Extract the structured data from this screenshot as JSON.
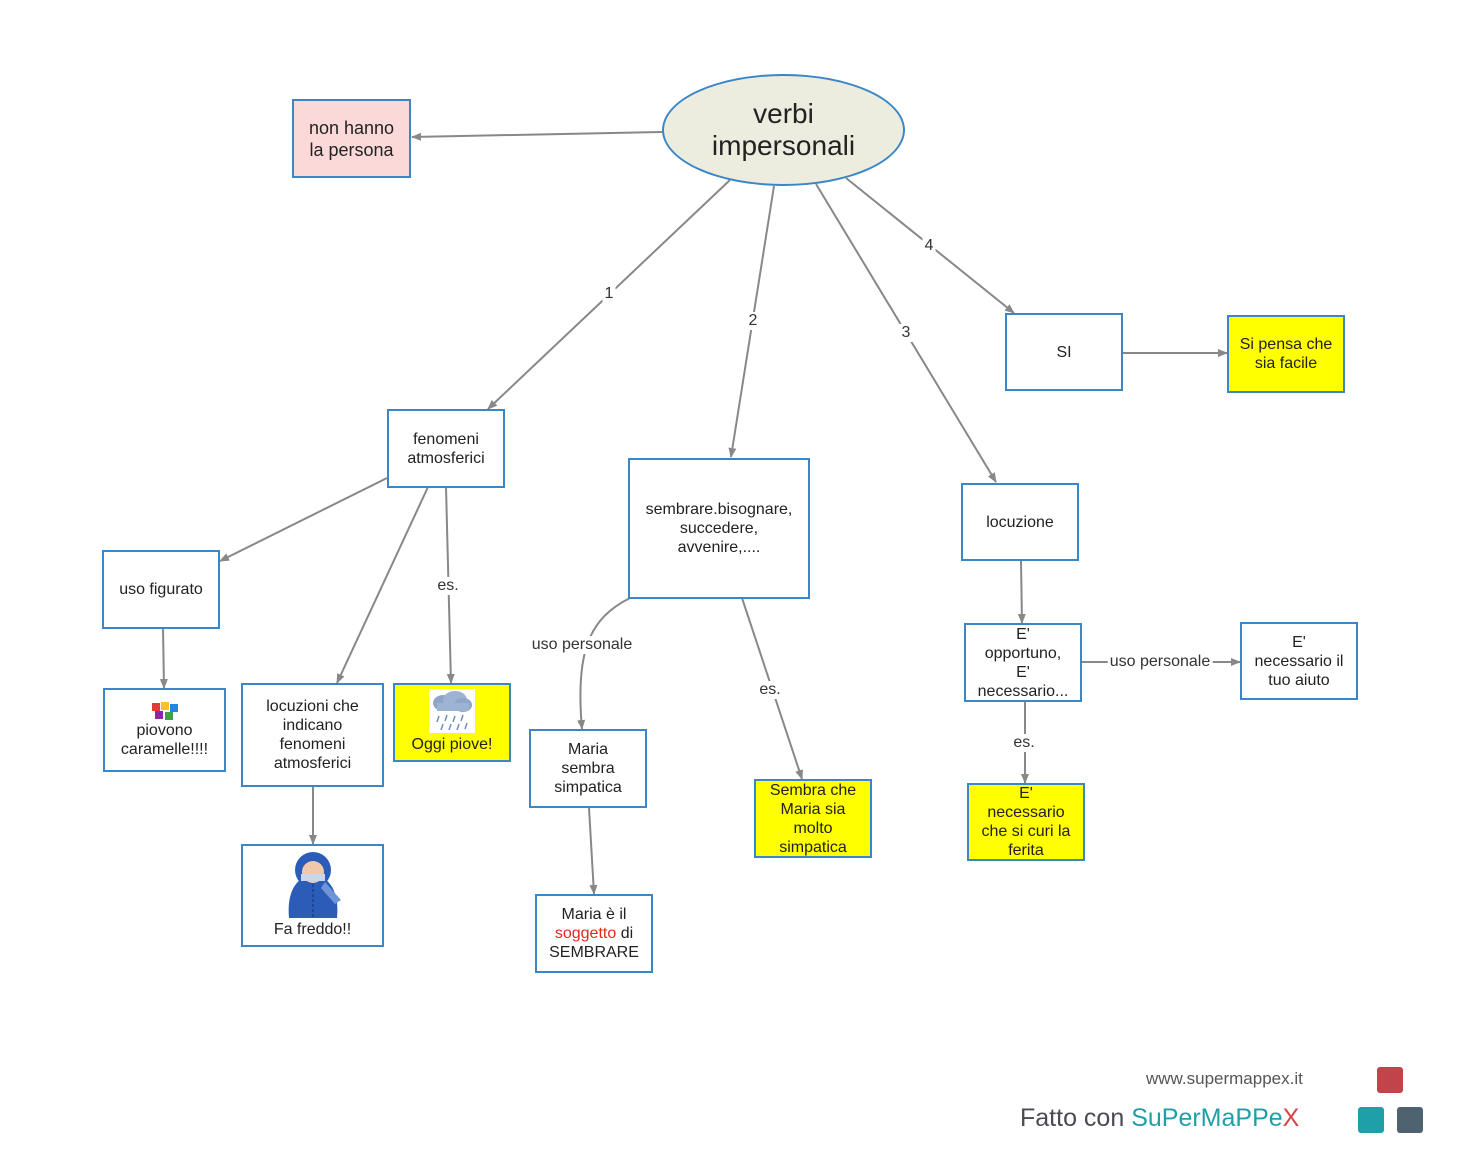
{
  "root": {
    "line1": "verbi",
    "line2": "impersonali"
  },
  "nodes": {
    "no_persona": [
      "non hanno",
      "la persona"
    ],
    "fenomeni": [
      "fenomeni",
      "atmosferici"
    ],
    "sembrare": [
      "sembrare.bisognare,",
      "succedere,",
      "avvenire,...."
    ],
    "locuzione": "locuzione",
    "si": "SI",
    "si_pensa": [
      "Si pensa che",
      "sia facile"
    ],
    "uso_figurato": "uso figurato",
    "piovono": [
      "piovono",
      "caramelle!!!!"
    ],
    "locuzioni": [
      "locuzioni che",
      "indicano",
      "fenomeni",
      "atmosferici"
    ],
    "oggi_piove": "Oggi piove!",
    "fa_freddo": "Fa freddo!!",
    "maria_sembra": [
      "Maria",
      "sembra",
      "simpatica"
    ],
    "maria_soggetto": {
      "a": "Maria è il",
      "b": "soggetto",
      "c": "di",
      "d": "SEMBRARE"
    },
    "sembra_che": [
      "Sembra che",
      "Maria sia",
      "molto",
      "simpatica"
    ],
    "opportuno": [
      "E'",
      "opportuno,",
      "E'",
      "necessario..."
    ],
    "necessario_aiuto": [
      "E'",
      "necessario il",
      "tuo aiuto"
    ],
    "necessario_ferita": [
      "E'",
      "necessario",
      "che si curi la",
      "ferita"
    ]
  },
  "edge_labels": {
    "e1": "1",
    "e2": "2",
    "e3": "3",
    "e4": "4",
    "es_fenomeni": "es.",
    "uso_personale_sembrare": "uso personale",
    "es_sembrare": "es.",
    "uso_personale_opportuno": "uso personale",
    "es_opportuno": "es."
  },
  "icons": {
    "candy": "candy-icon",
    "rain": "rain-cloud-icon",
    "cold": "cold-person-icon"
  },
  "branding": {
    "url": "www.supermappex.it",
    "made_with": "Fatto con",
    "brand_a": "SuPer",
    "brand_b": "MaPPe",
    "brand_c": "X"
  },
  "colors": {
    "border": "#3a86c8",
    "ellipse_fill": "#ededdf",
    "pink_fill": "#fcd9d9",
    "yellow_fill": "#ffff00",
    "edge": "#888888",
    "accent_red": "#e8261f",
    "brand_red": "#c0444a",
    "brand_teal": "#1fa0a8",
    "brand_slate": "#4f6270"
  }
}
